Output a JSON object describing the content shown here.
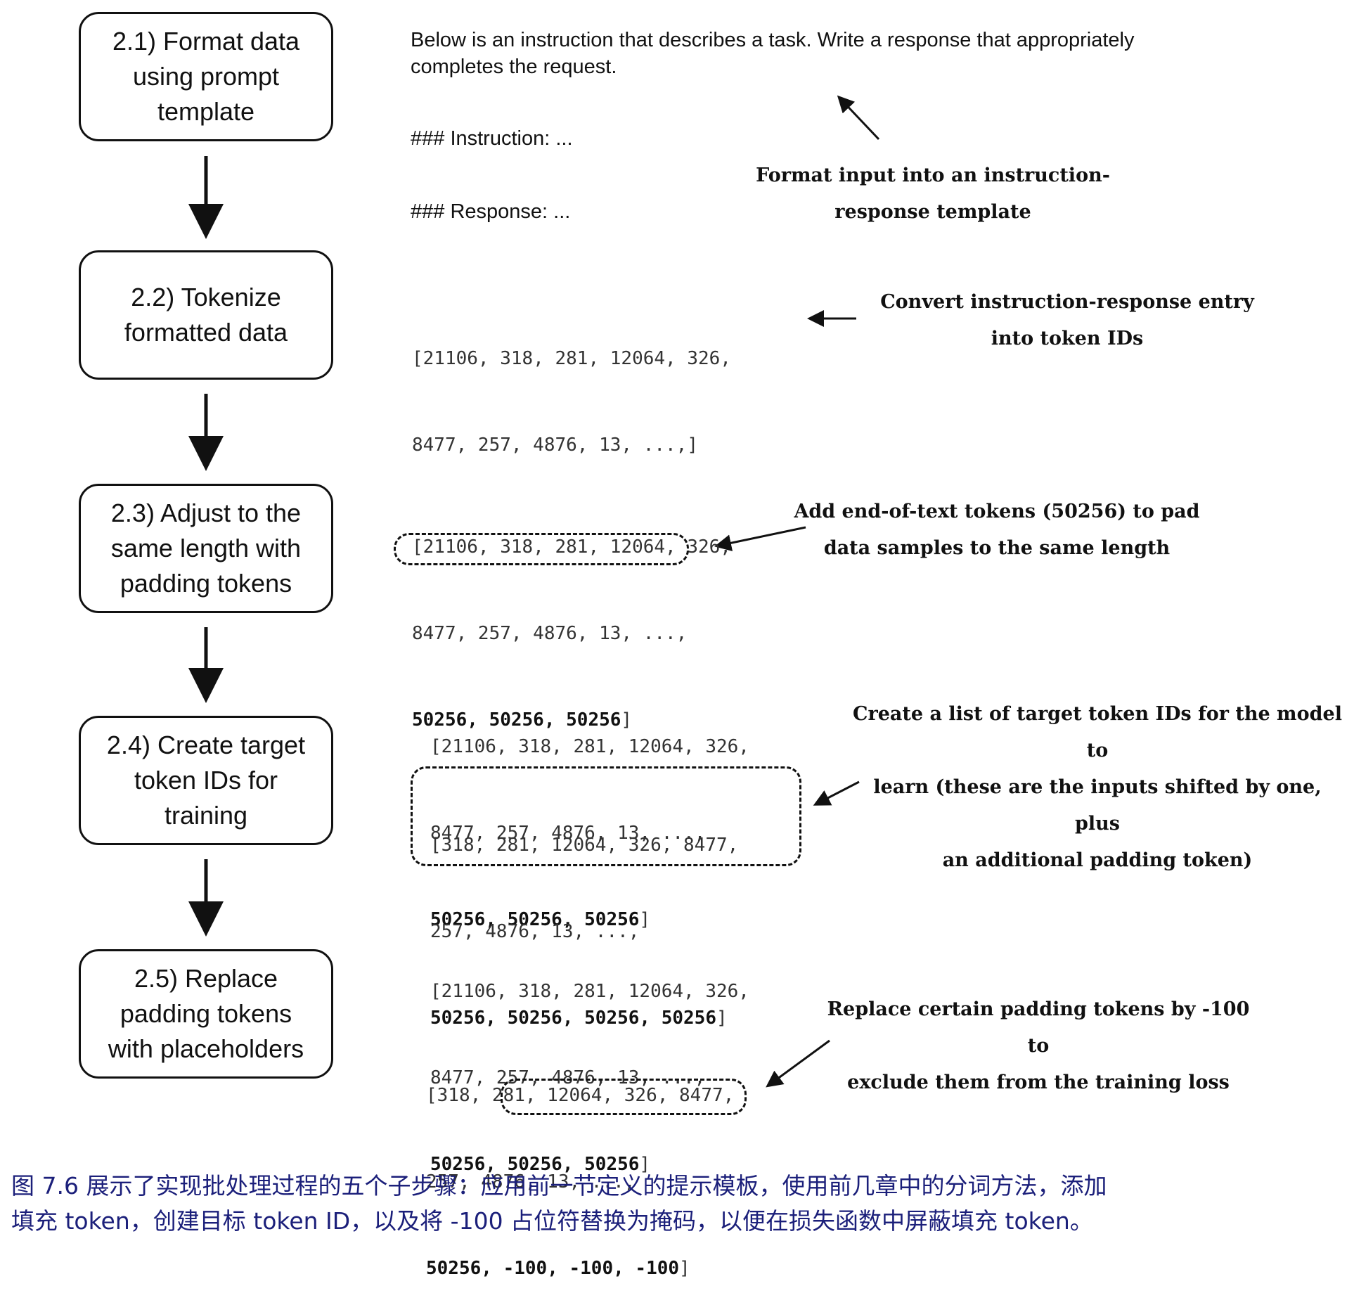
{
  "steps": [
    {
      "lines": [
        "2.1) Format data",
        "using prompt",
        "template"
      ]
    },
    {
      "lines": [
        "2.2) Tokenize",
        "formatted data"
      ]
    },
    {
      "lines": [
        "2.3) Adjust to the",
        "same length with",
        "padding tokens"
      ]
    },
    {
      "lines": [
        "2.4) Create target",
        "token IDs for",
        "training"
      ]
    },
    {
      "lines": [
        "2.5) Replace",
        "padding tokens",
        "with placeholders"
      ]
    }
  ],
  "template": {
    "line1": "Below is an instruction that describes a task. Write a response that appropriately",
    "line2": "completes the request.",
    "instruction": "### Instruction: ...",
    "response": "### Response: ..."
  },
  "code": {
    "tok_line1": "[21106, 318, 281, 12064, 326,",
    "tok_line2": "8477, 257, 4876, 13, ...,]",
    "pad_line1": "[21106, 318, 281, 12064, 326,",
    "pad_line2": "8477, 257, 4876, 13, ...,",
    "pad_line3": "50256, 50256, 50256",
    "close_bracket": "]",
    "tgt_in_line1": "[21106, 318, 281, 12064, 326,",
    "tgt_in_line2": "8477, 257, 4876, 13, ...,",
    "tgt_in_line3": "50256, 50256, 50256",
    "tgt_out_line1": "[318, 281, 12064, 326, 8477,",
    "tgt_out_line2": "257, 4876, 13, ...,",
    "tgt_out_line3": "50256, 50256, 50256, 50256",
    "rep_in_line1": "[21106, 318, 281, 12064, 326,",
    "rep_in_line2": "8477, 257, 4876, 13, ...,",
    "rep_in_line3": "50256, 50256, 50256",
    "rep_out_line1": "[318, 281, 12064, 326, 8477,",
    "rep_out_line2": "257, 4876, 13, ...,",
    "rep_out_line3a": "50256,",
    "rep_out_line3b": " -100, -100, -100"
  },
  "annotations": {
    "a1": [
      "Format input into an instruction-",
      "response template"
    ],
    "a2": [
      "Convert instruction-response entry",
      "into token IDs"
    ],
    "a3": [
      "Add end-of-text tokens (50256) to pad",
      "data samples to the same length"
    ],
    "a4": [
      "Create a list of target token IDs for the model to",
      "learn (these are the inputs shifted by one, plus",
      "an additional padding token)"
    ],
    "a5": [
      "Replace certain padding tokens by -100 to",
      "exclude them from the training loss"
    ]
  },
  "caption": {
    "line1": "图 7.6 展示了实现批处理过程的五个子步骤：应用前一节定义的提示模板，使用前几章中的分词方法，添加",
    "line2": "填充 token，创建目标 token ID，以及将 -100 占位符替换为掩码，以便在损失函数中屏蔽填充 token。"
  }
}
